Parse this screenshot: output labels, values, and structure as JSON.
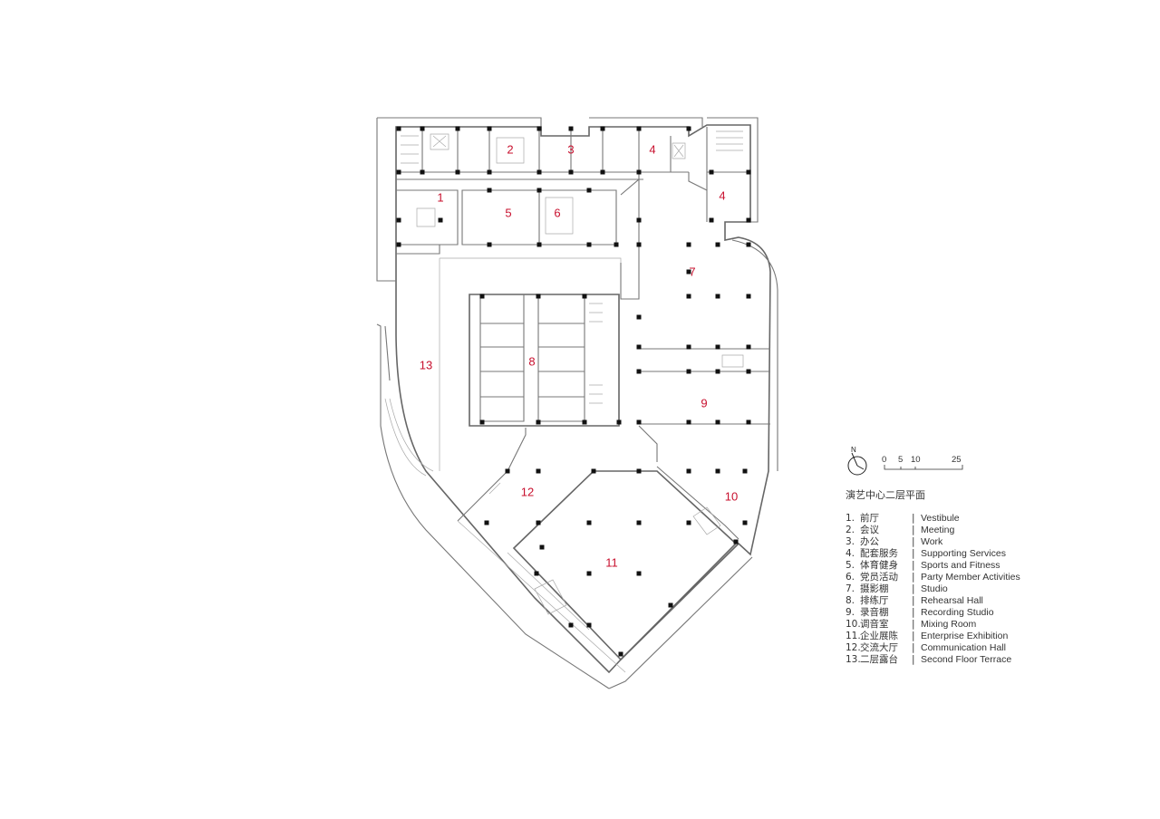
{
  "plan_title": "演艺中心二层平面",
  "north_label": "N",
  "scale": {
    "ticks": [
      "0",
      "5",
      "10",
      "25"
    ]
  },
  "rooms": [
    {
      "num": "1",
      "cn": "前厅",
      "en": "Vestibule"
    },
    {
      "num": "2",
      "cn": "会议",
      "en": "Meeting"
    },
    {
      "num": "3",
      "cn": "办公",
      "en": "Work"
    },
    {
      "num": "4",
      "cn": "配套服务",
      "en": "Supporting Services"
    },
    {
      "num": "5",
      "cn": "体育健身",
      "en": "Sports and Fitness"
    },
    {
      "num": "6",
      "cn": "党员活动",
      "en": "Party Member Activities"
    },
    {
      "num": "7",
      "cn": "摄影棚",
      "en": "Studio"
    },
    {
      "num": "8",
      "cn": "排练厅",
      "en": "Rehearsal Hall"
    },
    {
      "num": "9",
      "cn": "录音棚",
      "en": "Recording Studio"
    },
    {
      "num": "10",
      "cn": "调音室",
      "en": "Mixing Room"
    },
    {
      "num": "11",
      "cn": "企业展陈",
      "en": "Enterprise Exhibition"
    },
    {
      "num": "12",
      "cn": "交流大厅",
      "en": "Communication Hall"
    },
    {
      "num": "13",
      "cn": "二层露台",
      "en": "Second Floor Terrace"
    }
  ],
  "plan_labels": [
    "1",
    "2",
    "3",
    "4",
    "4",
    "5",
    "6",
    "7",
    "8",
    "9",
    "10",
    "11",
    "12",
    "13"
  ],
  "colors": {
    "room_number": "#c8102e",
    "walls": "#777777",
    "columns": "#111111",
    "text": "#333333"
  }
}
